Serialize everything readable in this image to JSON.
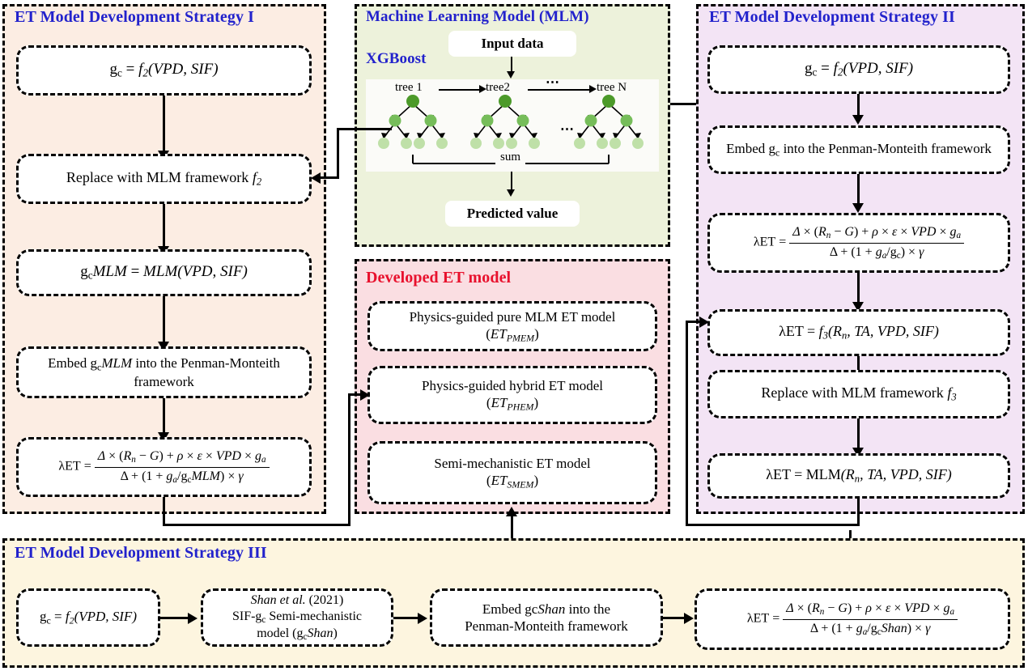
{
  "figure": {
    "type": "flowchart-diagram",
    "title": "ET model development strategies with machine learning"
  },
  "colors": {
    "strategy1_bg": "#FCEDE3",
    "mlm_bg": "#EDF2DB",
    "strategy2_bg": "#F3E4F5",
    "developed_bg": "#FADEE2",
    "strategy3_bg": "#FDF5DF",
    "title_blue": "#2222CC",
    "title_red": "#E8112D",
    "node_dark_green": "#4C9A2A",
    "node_mid_green": "#76BD5A",
    "node_light_green": "#BFE0A8"
  },
  "panels": {
    "strategy1": {
      "title": "ET Model Development Strategy I",
      "steps": [
        {
          "id": "s1-gc",
          "text": "g_c = f_2(VPD, SIF)"
        },
        {
          "id": "s1-replace",
          "text": "Replace with MLM framework f_2"
        },
        {
          "id": "s1-gcmlm",
          "text": "g_cMLM = MLM(VPD, SIF)"
        },
        {
          "id": "s1-embed",
          "text": "Embed g_cMLM into the Penman-Monteith framework"
        },
        {
          "id": "s1-lambda",
          "text": "λET = [Δ × (R_n − G) + ρ × ϵ × VPD × g_a] / [Δ + (1 + g_a/g_cMLM) × γ]"
        }
      ]
    },
    "mlm": {
      "title": "Machine Learning Model (MLM)",
      "subtitle": "XGBoost",
      "input_label": "Input data",
      "output_label": "Predicted value",
      "sum_label": "sum",
      "tree_labels": [
        "tree 1",
        "tree2",
        "tree N"
      ],
      "ellipsis": "⋯"
    },
    "strategy2": {
      "title": "ET Model Development Strategy II",
      "steps": [
        {
          "id": "s2-gc",
          "text": "g_c = f_2(VPD, SIF)"
        },
        {
          "id": "s2-embed",
          "text": "Embed g_c into the Penman-Monteith framework"
        },
        {
          "id": "s2-lambda1",
          "text": "λET = [Δ × (R_n − G) + ρ × ϵ × VPD × g_a] / [Δ + (1 + g_a/g_c) × γ]"
        },
        {
          "id": "s2-f3",
          "text": "λET = f_3(R_n, TA, VPD, SIF)"
        },
        {
          "id": "s2-replace",
          "text": "Replace with MLM framework f_3"
        },
        {
          "id": "s2-mlm",
          "text": "λET = MLM(R_n, TA, VPD, SIF)"
        }
      ]
    },
    "developed": {
      "title": "Developed ET model",
      "models": [
        {
          "id": "dev-pmem",
          "name": "Physics-guided pure MLM ET model",
          "abbrev": "(ET_PMEM)"
        },
        {
          "id": "dev-phem",
          "name": "Physics-guided hybrid ET model",
          "abbrev": "(ET_PHEM)"
        },
        {
          "id": "dev-smem",
          "name": "Semi-mechanistic ET model",
          "abbrev": "(ET_SMEM)"
        }
      ]
    },
    "strategy3": {
      "title": "ET Model Development Strategy III",
      "steps": [
        {
          "id": "s3-gc",
          "text": "g_c = f_2(VPD, SIF)"
        },
        {
          "id": "s3-shan",
          "text": "Shan et al. (2021) SIF-g_c Semi-mechanistic model (g_cShan)"
        },
        {
          "id": "s3-embed",
          "text": "Embed gcShan into the Penman-Monteith framework"
        },
        {
          "id": "s3-lambda",
          "text": "λET = [Δ × (R_n − G) + ρ × ϵ × VPD × g_a] / [Δ + (1 + g_a/g_cShan) × γ]"
        }
      ]
    }
  },
  "text": {
    "gc": "g",
    "gc_sub": "c",
    "eq": "=",
    "f2": "f",
    "f2_sub": "2",
    "f3_sub": "3",
    "args_vpd_sif": "(VPD, SIF)",
    "mlm_args_vpd_sif": "MLM(VPD, SIF)",
    "gcmlm": "MLM",
    "replace_s1": "Replace with MLM framework",
    "replace_s2": "Replace with MLM framework",
    "embed_s1_a": "Embed g",
    "embed_s1_b": "MLM",
    "embed_s1_c": " into the Penman-Monteith framework",
    "embed_s2_a": "Embed g",
    "embed_s2_c": " into the Penman-Monteith framework",
    "lambda_et": "λET",
    "num_common": "Δ × (Rₙ − G) + ρ × ϵ × VPD × gₐ",
    "den_s1": "Δ + (1 + gₐ/gᴄMLM) × γ",
    "den_s2": "Δ + (1 + gₐ/gᴄ) × γ",
    "den_s3": "Δ + (1 + gₐ/gᴄShan) × γ",
    "f3_args": "(Rₙ, TA, VPD, SIF)",
    "mlm_args_full": "MLM(Rₙ, TA, VPD, SIF)",
    "shan_ref": "Shan et al. (2021)",
    "shan_line2": "SIF-g",
    "shan_line2b": " Semi-mechanistic",
    "shan_line3a": "model (g",
    "shan_line3b": "Shan)",
    "embed_s3_l1": "Embed gcShan into the",
    "embed_s3_l2": "Penman-Monteith framework"
  }
}
